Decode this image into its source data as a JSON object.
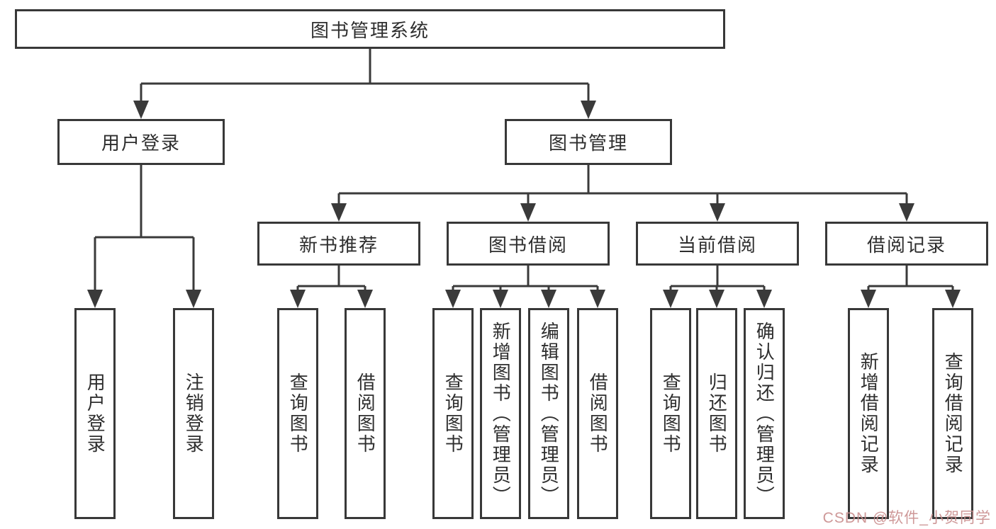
{
  "theme": {
    "border": "#383838",
    "line": "#3a3a3a",
    "text": "#2e2e2e",
    "watermark": "#c98d8d",
    "background": "#ffffff"
  },
  "watermark": {
    "text": "CSDN @软件_小贺同学"
  },
  "tree": {
    "root": {
      "label": "图书管理系统",
      "children": [
        {
          "label": "用户登录",
          "children": [
            {
              "label": "用户登录"
            },
            {
              "label": "注销登录"
            }
          ]
        },
        {
          "label": "图书管理",
          "children": [
            {
              "label": "新书推荐",
              "children": [
                {
                  "label": "查询图书"
                },
                {
                  "label": "借阅图书"
                }
              ]
            },
            {
              "label": "图书借阅",
              "children": [
                {
                  "label": "查询图书"
                },
                {
                  "label": "新增图书（管理员）"
                },
                {
                  "label": "编辑图书（管理员）"
                },
                {
                  "label": "借阅图书"
                }
              ]
            },
            {
              "label": "当前借阅",
              "children": [
                {
                  "label": "查询图书"
                },
                {
                  "label": "归还图书"
                },
                {
                  "label": "确认归还（管理员）"
                }
              ]
            },
            {
              "label": "借阅记录",
              "children": [
                {
                  "label": "新增借阅记录"
                },
                {
                  "label": "查询借阅记录"
                }
              ]
            }
          ]
        }
      ]
    }
  }
}
